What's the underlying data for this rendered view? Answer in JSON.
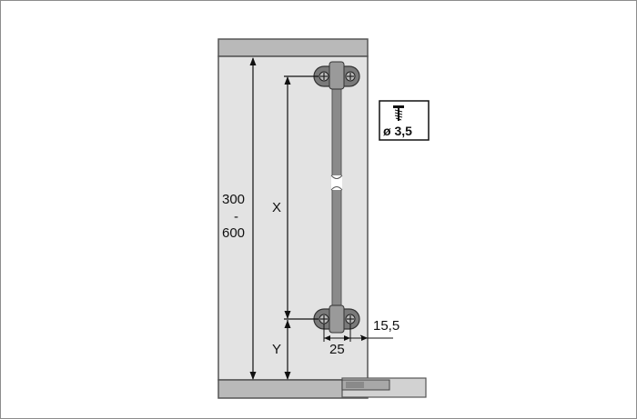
{
  "diagram": {
    "dimensions": {
      "overall_top": "300",
      "overall_dash": "-",
      "overall_bottom": "600",
      "x_label": "X",
      "y_label": "Y",
      "hole_spacing": "25",
      "edge_offset": "15,5"
    },
    "screw_badge": {
      "icon": "screw-icon",
      "label": "ø 3,5"
    },
    "colors": {
      "panel_fill": "#e3e3e3",
      "panel_stroke": "#555555",
      "shelf_fill": "#b9b9b9",
      "rod_fill": "#8a8a8a",
      "bracket_fill": "#6f6f6f",
      "line": "#111111"
    }
  }
}
